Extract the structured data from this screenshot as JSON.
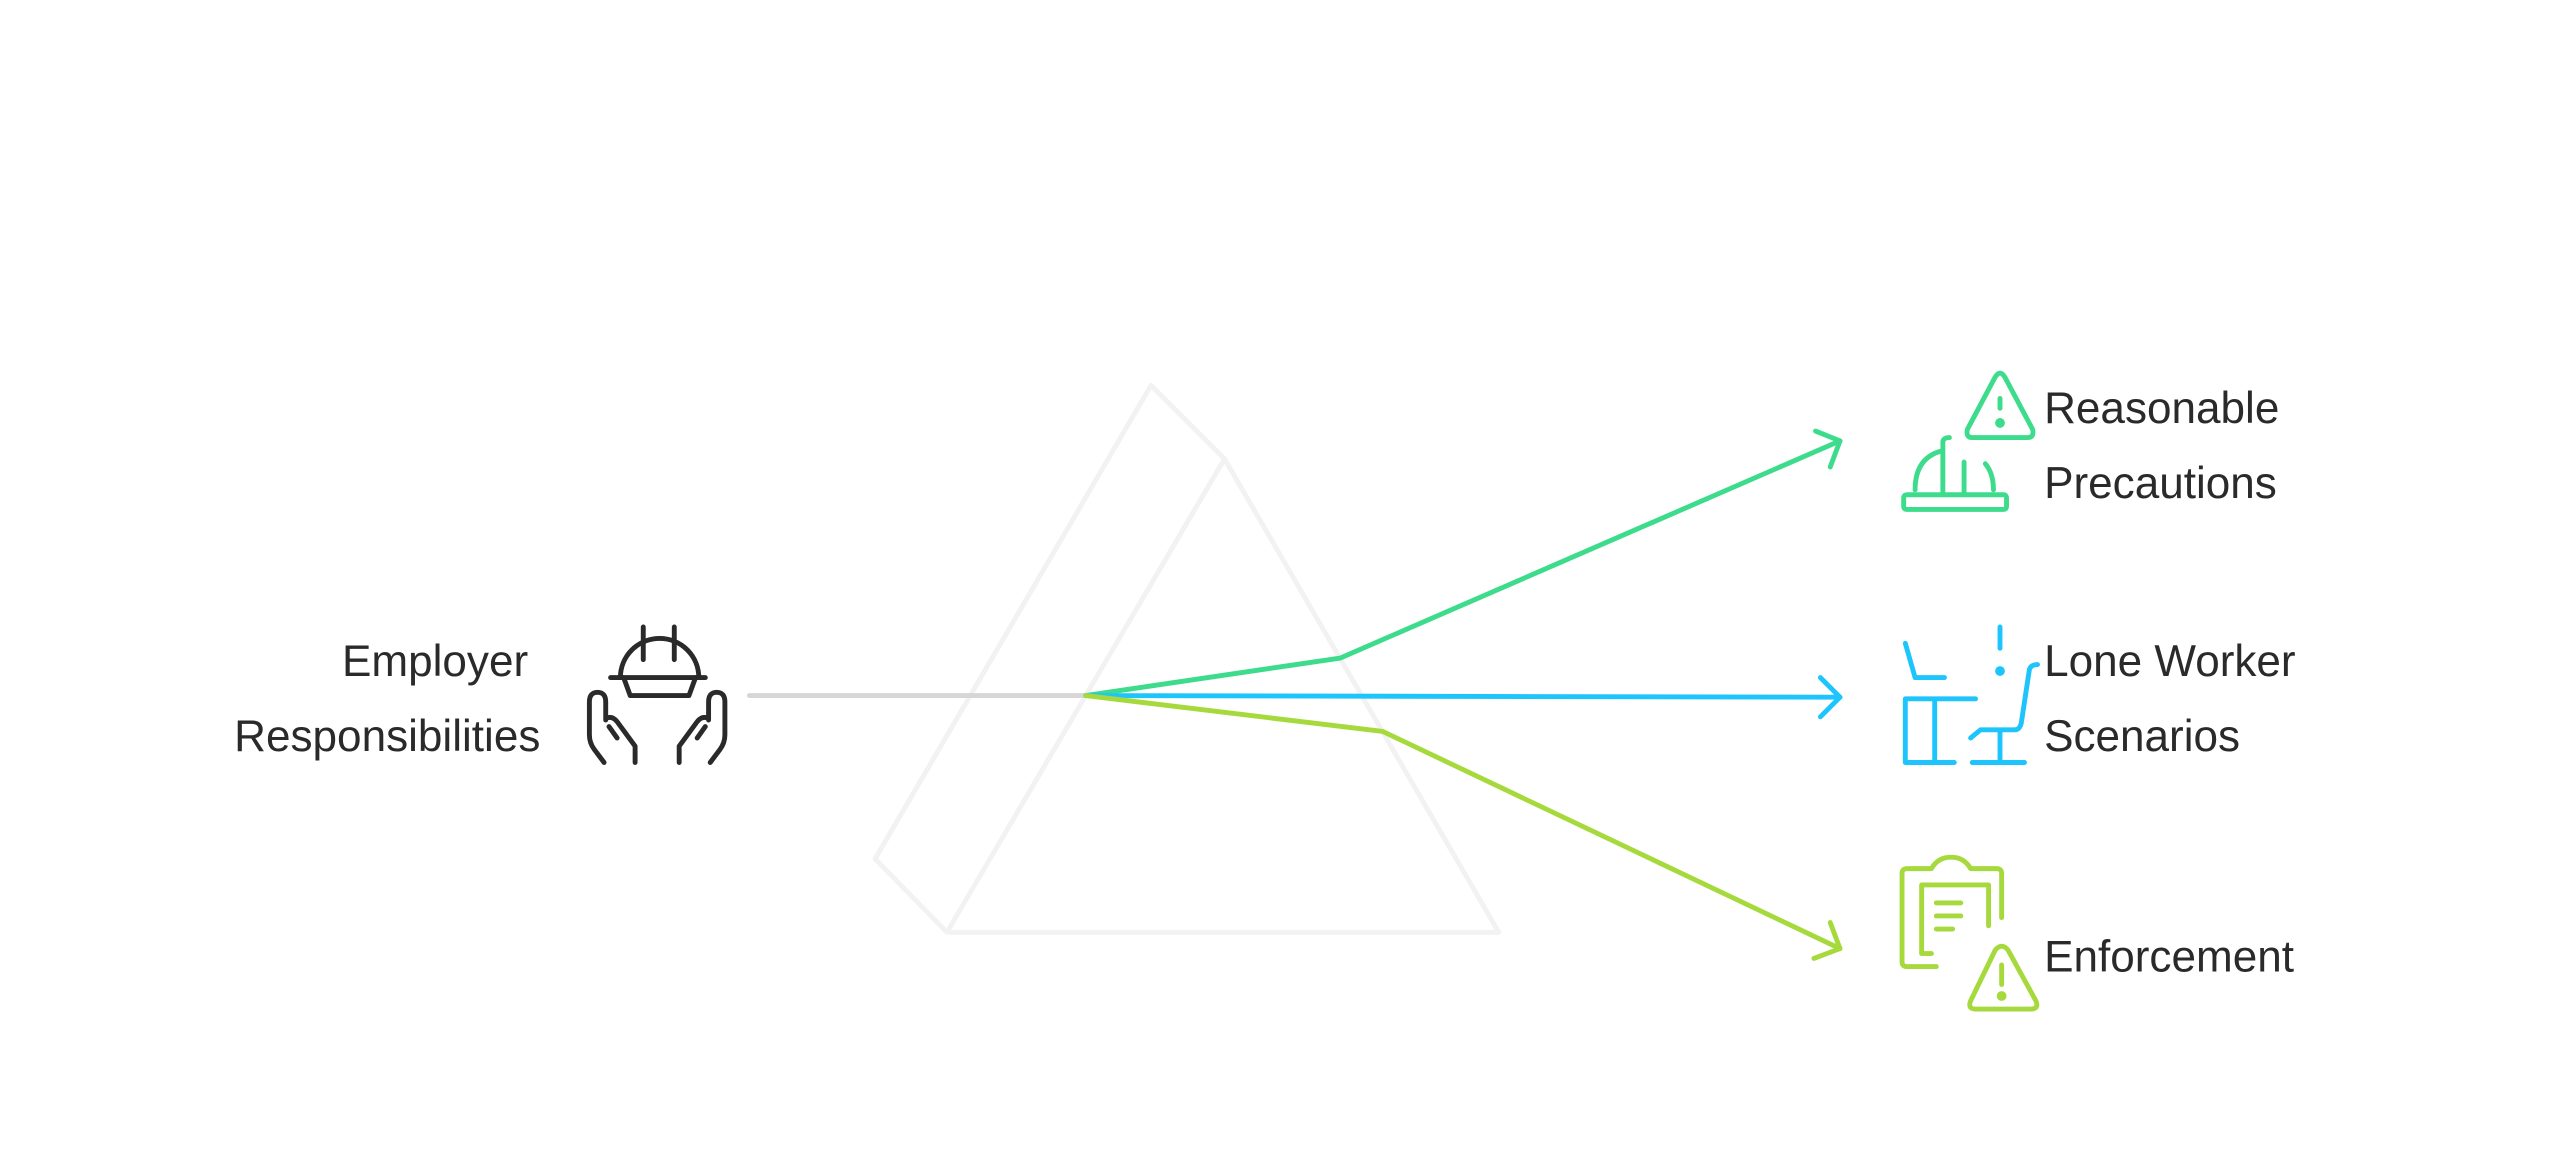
{
  "source": {
    "label_lines": [
      "Employer",
      "Responsibilities"
    ],
    "icon": "hard-hat-hands-icon"
  },
  "outputs": [
    {
      "label_lines": [
        "Reasonable",
        "Precautions"
      ],
      "icon": "hard-hat-warning-icon",
      "color": "#3ddc8c"
    },
    {
      "label_lines": [
        "Lone Worker",
        "Scenarios"
      ],
      "icon": "desk-chair-alert-icon",
      "color": "#1ec5fc"
    },
    {
      "label_lines": [
        "Enforcement"
      ],
      "icon": "clipboard-warning-icon",
      "color": "#a6da3c"
    }
  ],
  "colors": {
    "prism": "#f2f2f2",
    "input_beam": "#d6d6d6",
    "text": "#2a2a2a",
    "icon_dark": "#2a2a2a"
  }
}
